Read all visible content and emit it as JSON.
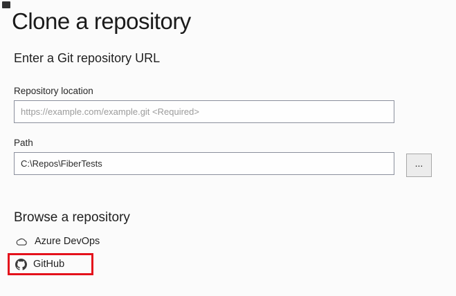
{
  "page": {
    "title": "Clone a repository"
  },
  "url_section": {
    "heading": "Enter a Git repository URL",
    "repo_location": {
      "label": "Repository location",
      "value": "",
      "placeholder": "https://example.com/example.git <Required>"
    },
    "path": {
      "label": "Path",
      "value": "C:\\Repos\\FiberTests",
      "placeholder": ""
    },
    "browse_button_label": "..."
  },
  "browse_section": {
    "heading": "Browse a repository",
    "providers": [
      {
        "label": "Azure DevOps",
        "icon": "cloud-icon",
        "highlighted": false
      },
      {
        "label": "GitHub",
        "icon": "github-icon",
        "highlighted": true
      }
    ]
  },
  "colors": {
    "background": "#fbfbfb",
    "input_border": "#8a8f9c",
    "button_background": "#ececec",
    "button_border": "#a6a6a6",
    "highlight_red": "#e4111b",
    "text_primary": "#1e1e1e",
    "placeholder_gray": "#9b9b9b",
    "icon_gray": "#3c3c3c"
  }
}
